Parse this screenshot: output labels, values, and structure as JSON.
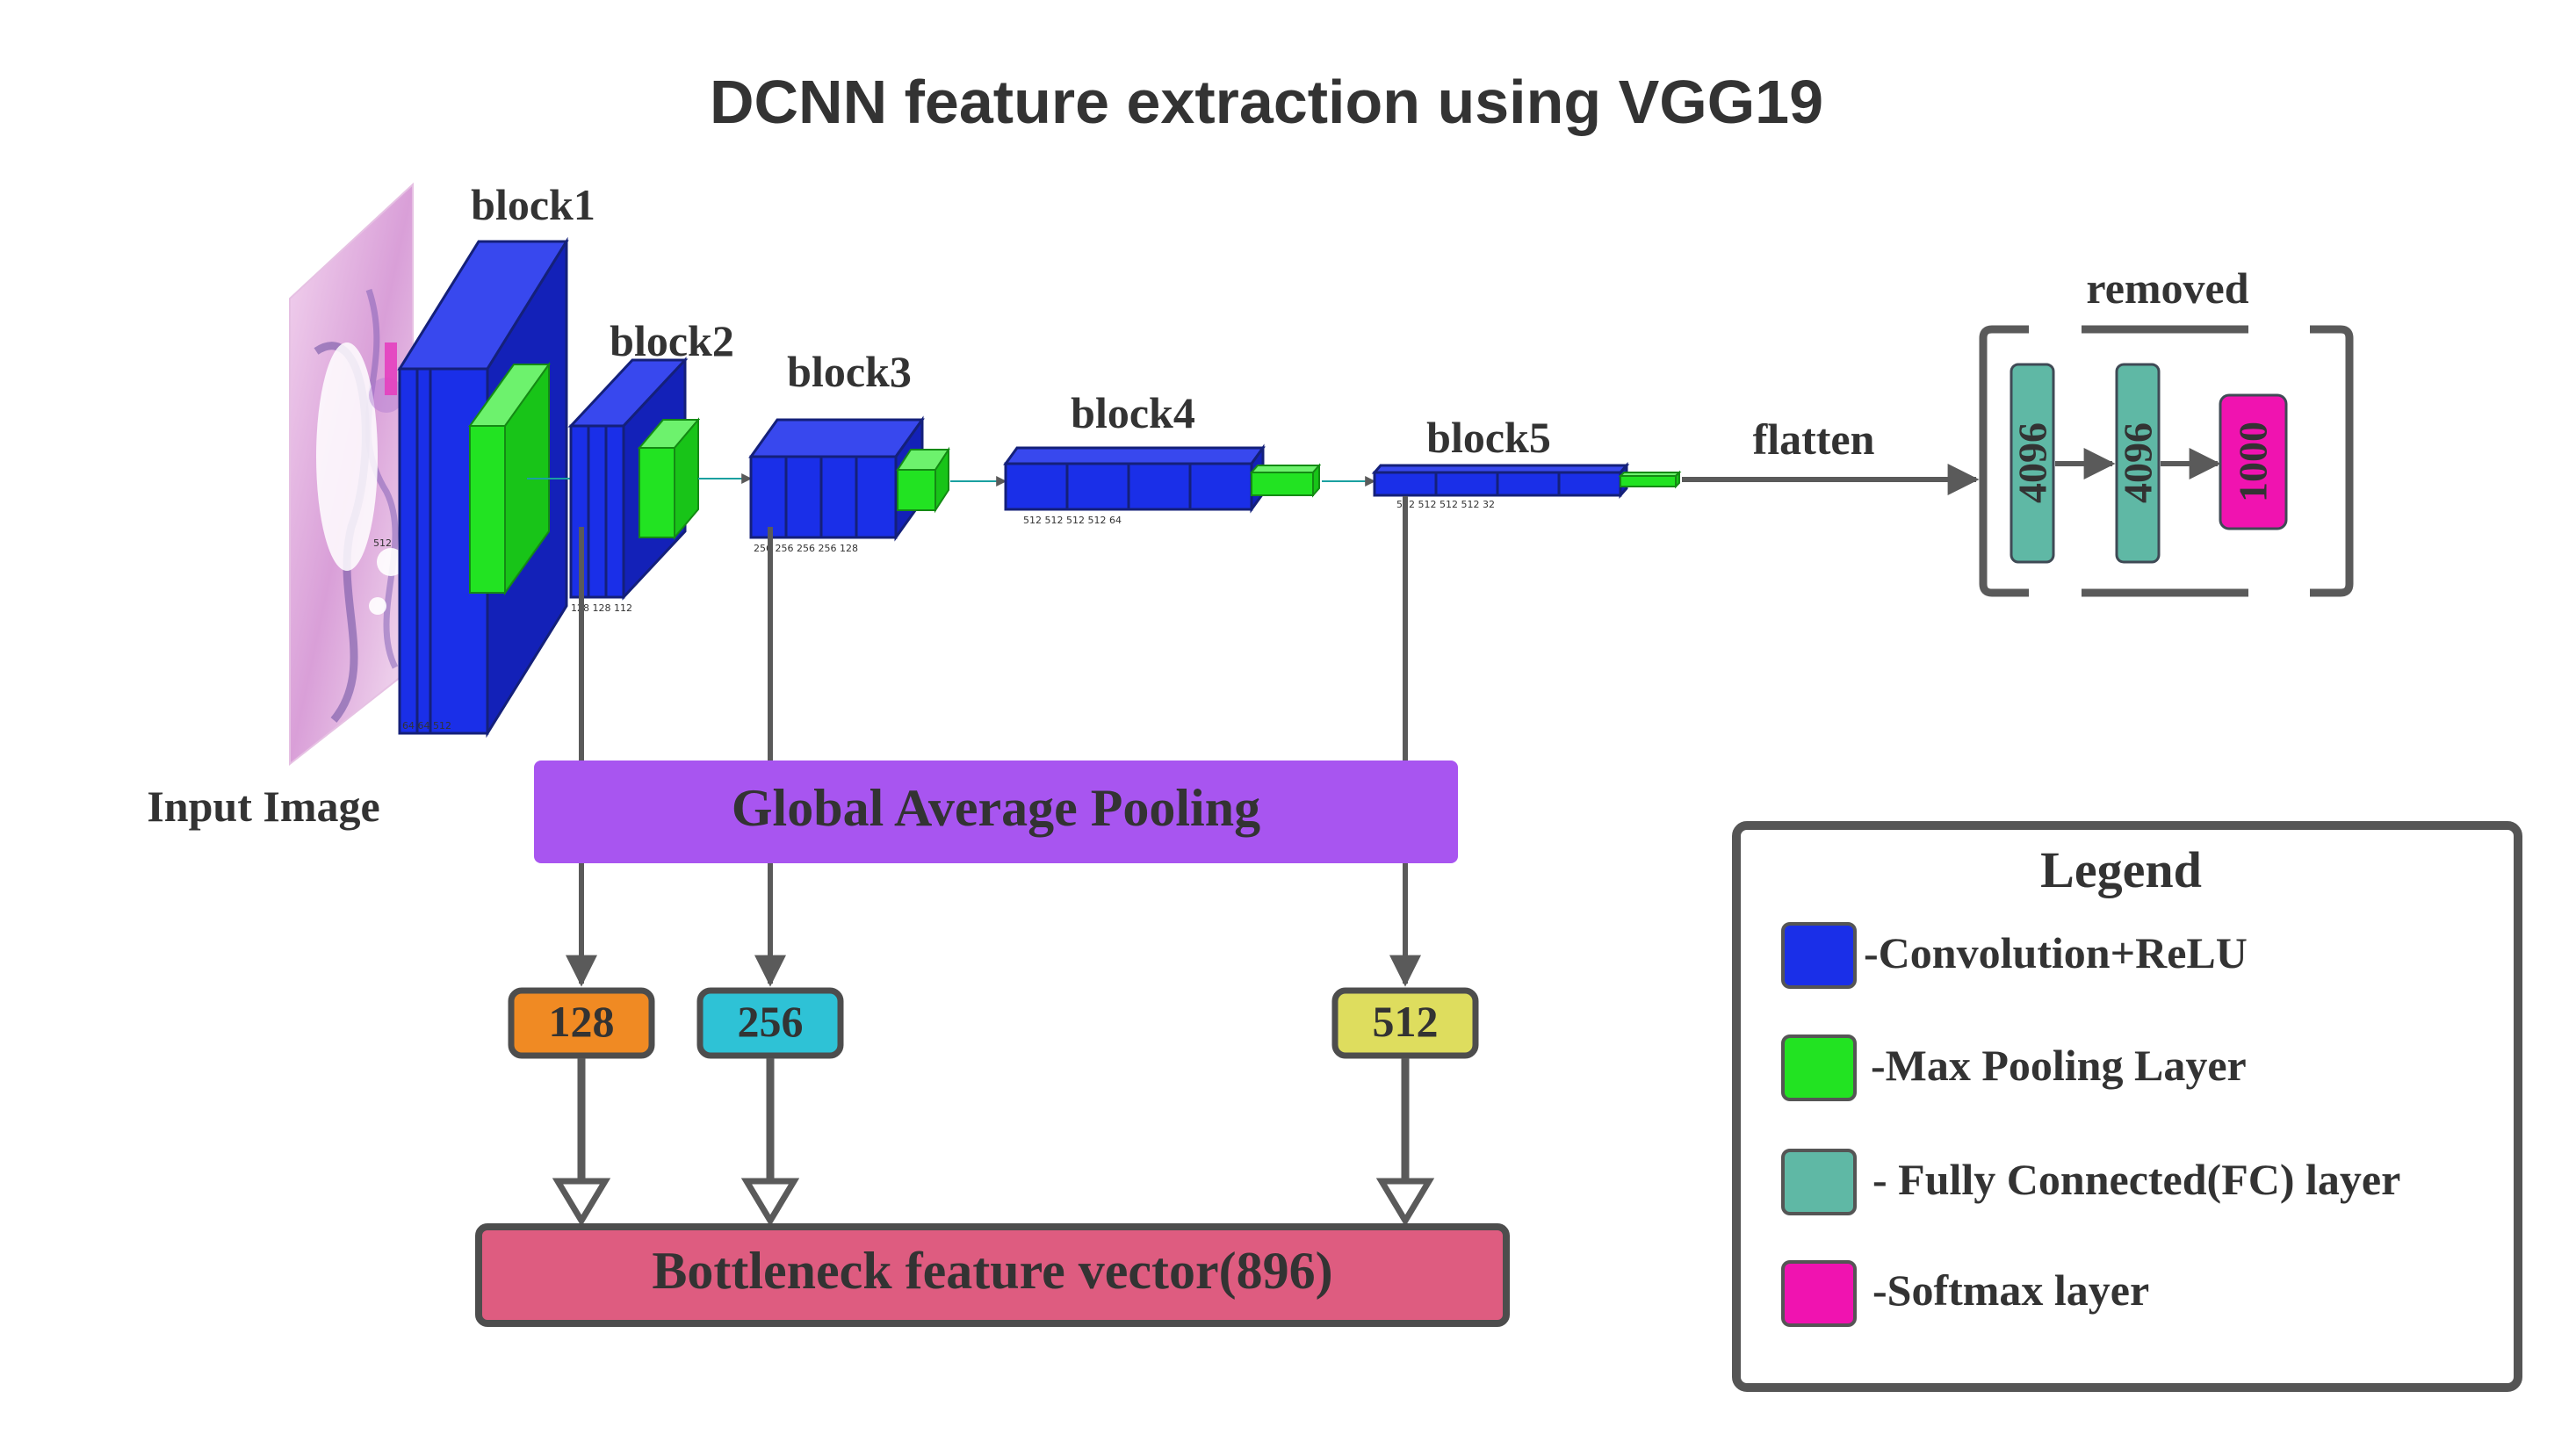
{
  "title": "DCNN feature extraction using VGG19",
  "input_label": "Input Image",
  "blocks": [
    {
      "label": "block1",
      "dims": [
        "64",
        "64",
        "512"
      ],
      "extra": "512"
    },
    {
      "label": "block2",
      "dims": [
        "128",
        "128",
        "112"
      ]
    },
    {
      "label": "block3",
      "dims": [
        "256",
        "256",
        "256",
        "256",
        "128"
      ]
    },
    {
      "label": "block4",
      "dims": [
        "512",
        "512",
        "512",
        "512",
        "64"
      ]
    },
    {
      "label": "block5",
      "dims": [
        "512",
        "512",
        "512",
        "512",
        "32"
      ]
    }
  ],
  "flatten_label": "flatten",
  "removed_label": "removed",
  "fc_layers": [
    "4096",
    "4096",
    "1000"
  ],
  "gap_label": "Global Average Pooling",
  "features": [
    "128",
    "256",
    "512"
  ],
  "bottleneck_label": "Bottleneck feature vector(896)",
  "legend": {
    "title": "Legend",
    "items": [
      {
        "label": "-Convolution+ReLU",
        "color": "#1a2fe8"
      },
      {
        "label": "-Max Pooling Layer",
        "color": "#22e322"
      },
      {
        "label": "- Fully Connected(FC) layer",
        "color": "#5fb8a5"
      },
      {
        "label": "-Softmax layer",
        "color": "#f013b0"
      }
    ]
  },
  "colors": {
    "conv": "#1a2fe8",
    "pool": "#22e322",
    "fc": "#5fb8a5",
    "softmax": "#f013b0",
    "gap": "#a855f0",
    "bottleneck": "#de5c80",
    "feat128": "#f08a23",
    "feat256": "#2ec2d6",
    "feat512": "#dedd5e",
    "line": "#5a5a5a"
  }
}
